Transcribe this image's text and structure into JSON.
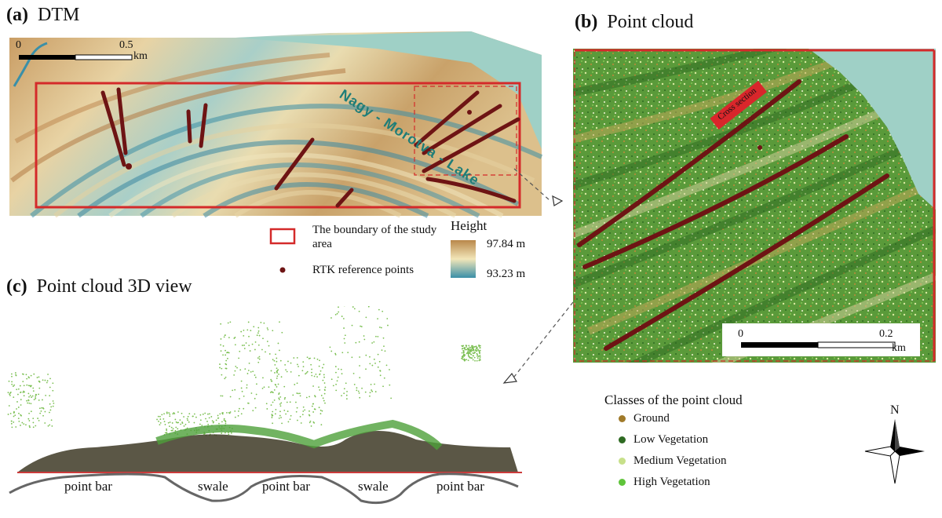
{
  "panel_a": {
    "letter": "(a)",
    "title": "DTM"
  },
  "panel_b": {
    "letter": "(b)",
    "title": "Point cloud"
  },
  "panel_c": {
    "letter": "(c)",
    "title": "Point cloud 3D view"
  },
  "lake_label": "Nagy - Morotva - Lake",
  "scalebar_a": {
    "zero": "0",
    "end": "0.5",
    "unit": "km"
  },
  "scalebar_b": {
    "zero": "0",
    "end": "0.2",
    "unit": "km"
  },
  "cross_section_label": "Cross section",
  "legend": {
    "boundary": "The boundary of the study area",
    "rtk": "RTK reference points",
    "height_title": "Height",
    "height_max": "97.84 m",
    "height_min": "93.23 m"
  },
  "profile_labels": [
    "point bar",
    "swale",
    "point bar",
    "swale",
    "point bar"
  ],
  "classes": {
    "title": "Classes of the point cloud",
    "items": [
      {
        "label": "Ground",
        "color": "#a07a2a"
      },
      {
        "label": "Low Vegetation",
        "color": "#2e6a22"
      },
      {
        "label": "Medium Vegetation",
        "color": "#c7e08a"
      },
      {
        "label": "High Vegetation",
        "color": "#5fc43a"
      }
    ]
  },
  "north": "N",
  "colors": {
    "boundary": "#d42a2a",
    "rtk": "#6e1414",
    "ramp_high": "#b9874a",
    "ramp_mid": "#f2e6b8",
    "ramp_low": "#3a8fa8",
    "lake": "#9fd0c6"
  }
}
